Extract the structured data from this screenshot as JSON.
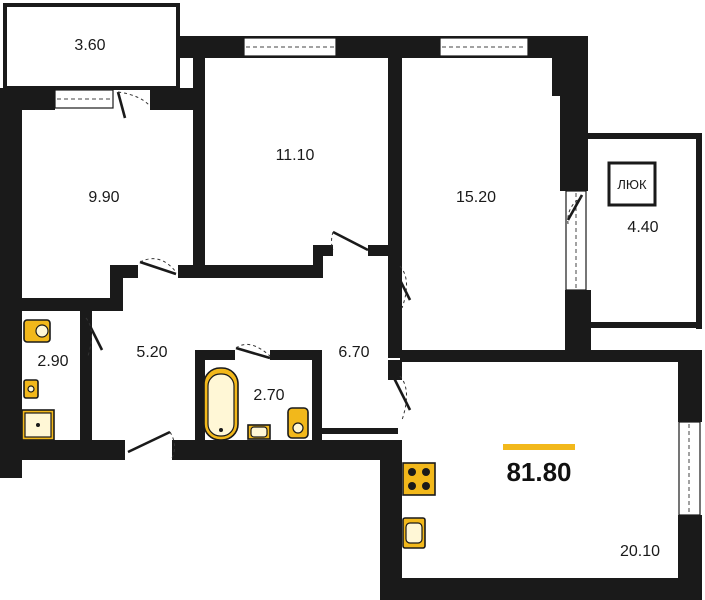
{
  "rooms": {
    "balcony": "3.60",
    "bedroom_left": "9.90",
    "bedroom_middle": "11.10",
    "bedroom_right": "15.20",
    "loggia": "4.40",
    "wc": "2.90",
    "hall": "5.20",
    "corridor": "6.70",
    "bathroom": "2.70",
    "kitchen_living": "20.10"
  },
  "hatch_label": "ЛЮК",
  "total_area": "81.80",
  "colors": {
    "accent": "#f2b81b",
    "wall": "#1a1a1a"
  }
}
